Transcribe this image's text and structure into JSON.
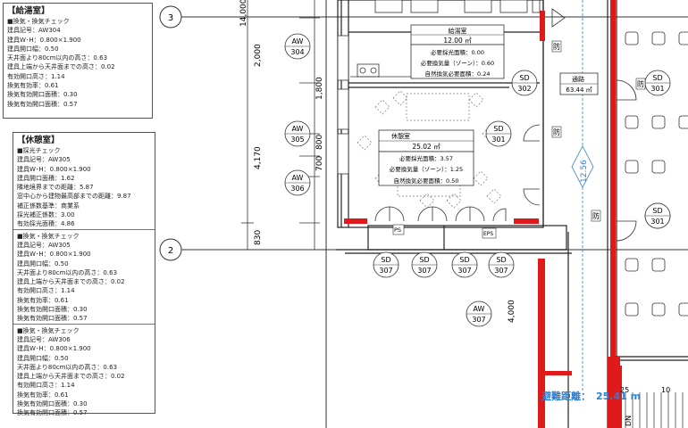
{
  "panels": {
    "kyutoushitsu": {
      "title": "【給湯室】",
      "lines": [
        "■換気・換気チェック",
        "建具記号：AW304",
        "建具W･H：0.800×1.900",
        "建具開口幅：0.50",
        "天井面より80cm以内の高さ：0.63",
        "建具上端から天井面までの高さ：0.02",
        "有効開口高さ：1.14",
        "換気有効率：0.61",
        "換気有効開口面積：0.30",
        "換気有効開口面積：0.57"
      ]
    },
    "kyuukeishitsu": {
      "title": "【休憩室】",
      "sections": [
        [
          "■採光チェック",
          "建具記号：AW305",
          "建具W･H：0.800×1.900",
          "建具開口面積：1.62",
          "隣地境界までの距離：5.87",
          "窓中心から建物最高部までの距離：9.87",
          "補正係数基準：商業系",
          "採光補正係数：3.00",
          "有効採光面積：4.86"
        ],
        [
          "■換気・換気チェック",
          "建具記号：AW305",
          "建具W･H：0.800×1.900",
          "建具開口幅：0.50",
          "天井面より80cm以内の高さ：0.63",
          "建具上端から天井面までの高さ：0.02",
          "有効開口高さ：1.14",
          "換気有効率：0.61",
          "換気有効開口面積：0.30",
          "換気有効開口面積：0.57"
        ],
        [
          "■換気・換気チェック",
          "建具記号：AW306",
          "建具W･H：0.800×1.900",
          "建具開口幅：0.50",
          "天井面より80cm以内の高さ：0.63",
          "建具上端から天井面までの高さ：0.02",
          "有効開口高さ：1.14",
          "換気有効率：0.61",
          "換気有効開口面積：0.30",
          "換気有効開口面積：0.57"
        ]
      ]
    }
  },
  "grid": {
    "g3": "3",
    "g2": "2"
  },
  "dims": {
    "total": "14,000",
    "d2000": "2,000",
    "d1800": "1,800",
    "d4170": "4,170",
    "d800": "800",
    "d700": "700",
    "d830": "830",
    "d4000": "4,000",
    "d1256": "12.56"
  },
  "rooms": {
    "kyuto": {
      "name": "給湯室",
      "area": "12.00 ㎡",
      "l1": "必要採光面積：0.00",
      "l2": "必要換気量（ゾーン）：0.60",
      "l3": "自然換気必要面積：0.24"
    },
    "kyukei": {
      "name": "休憩室",
      "area": "25.02 ㎡",
      "l1": "必要採光面積：3.57",
      "l2": "必要換気量（ゾーン）：1.25",
      "l3": "自然換気必要面積：0.50"
    },
    "tsuro": {
      "name": "通路",
      "area": "63.44 ㎡"
    }
  },
  "tags": {
    "aw304": [
      "AW",
      "304"
    ],
    "aw305": [
      "AW",
      "305"
    ],
    "aw306": [
      "AW",
      "306"
    ],
    "aw307": [
      "AW",
      "307"
    ],
    "sd302": [
      "SD",
      "302"
    ],
    "sd301a": [
      "SD",
      "301"
    ],
    "sd301b": [
      "SD",
      "301"
    ],
    "sd301c": [
      "SD",
      "301"
    ],
    "sd301d": [
      "SD",
      "301"
    ],
    "sd307": [
      "SD",
      "307"
    ]
  },
  "marks": {
    "bou": "防",
    "ps": "PS",
    "eps": "EPS",
    "n25": "25",
    "n10": "10",
    "dn": "DN"
  },
  "distance": {
    "label": "避難距離：",
    "value": "25.41 m"
  },
  "colors": {
    "wall_red": "#e0191b",
    "dim_blue": "#2a7fd4",
    "line": "#222222"
  }
}
